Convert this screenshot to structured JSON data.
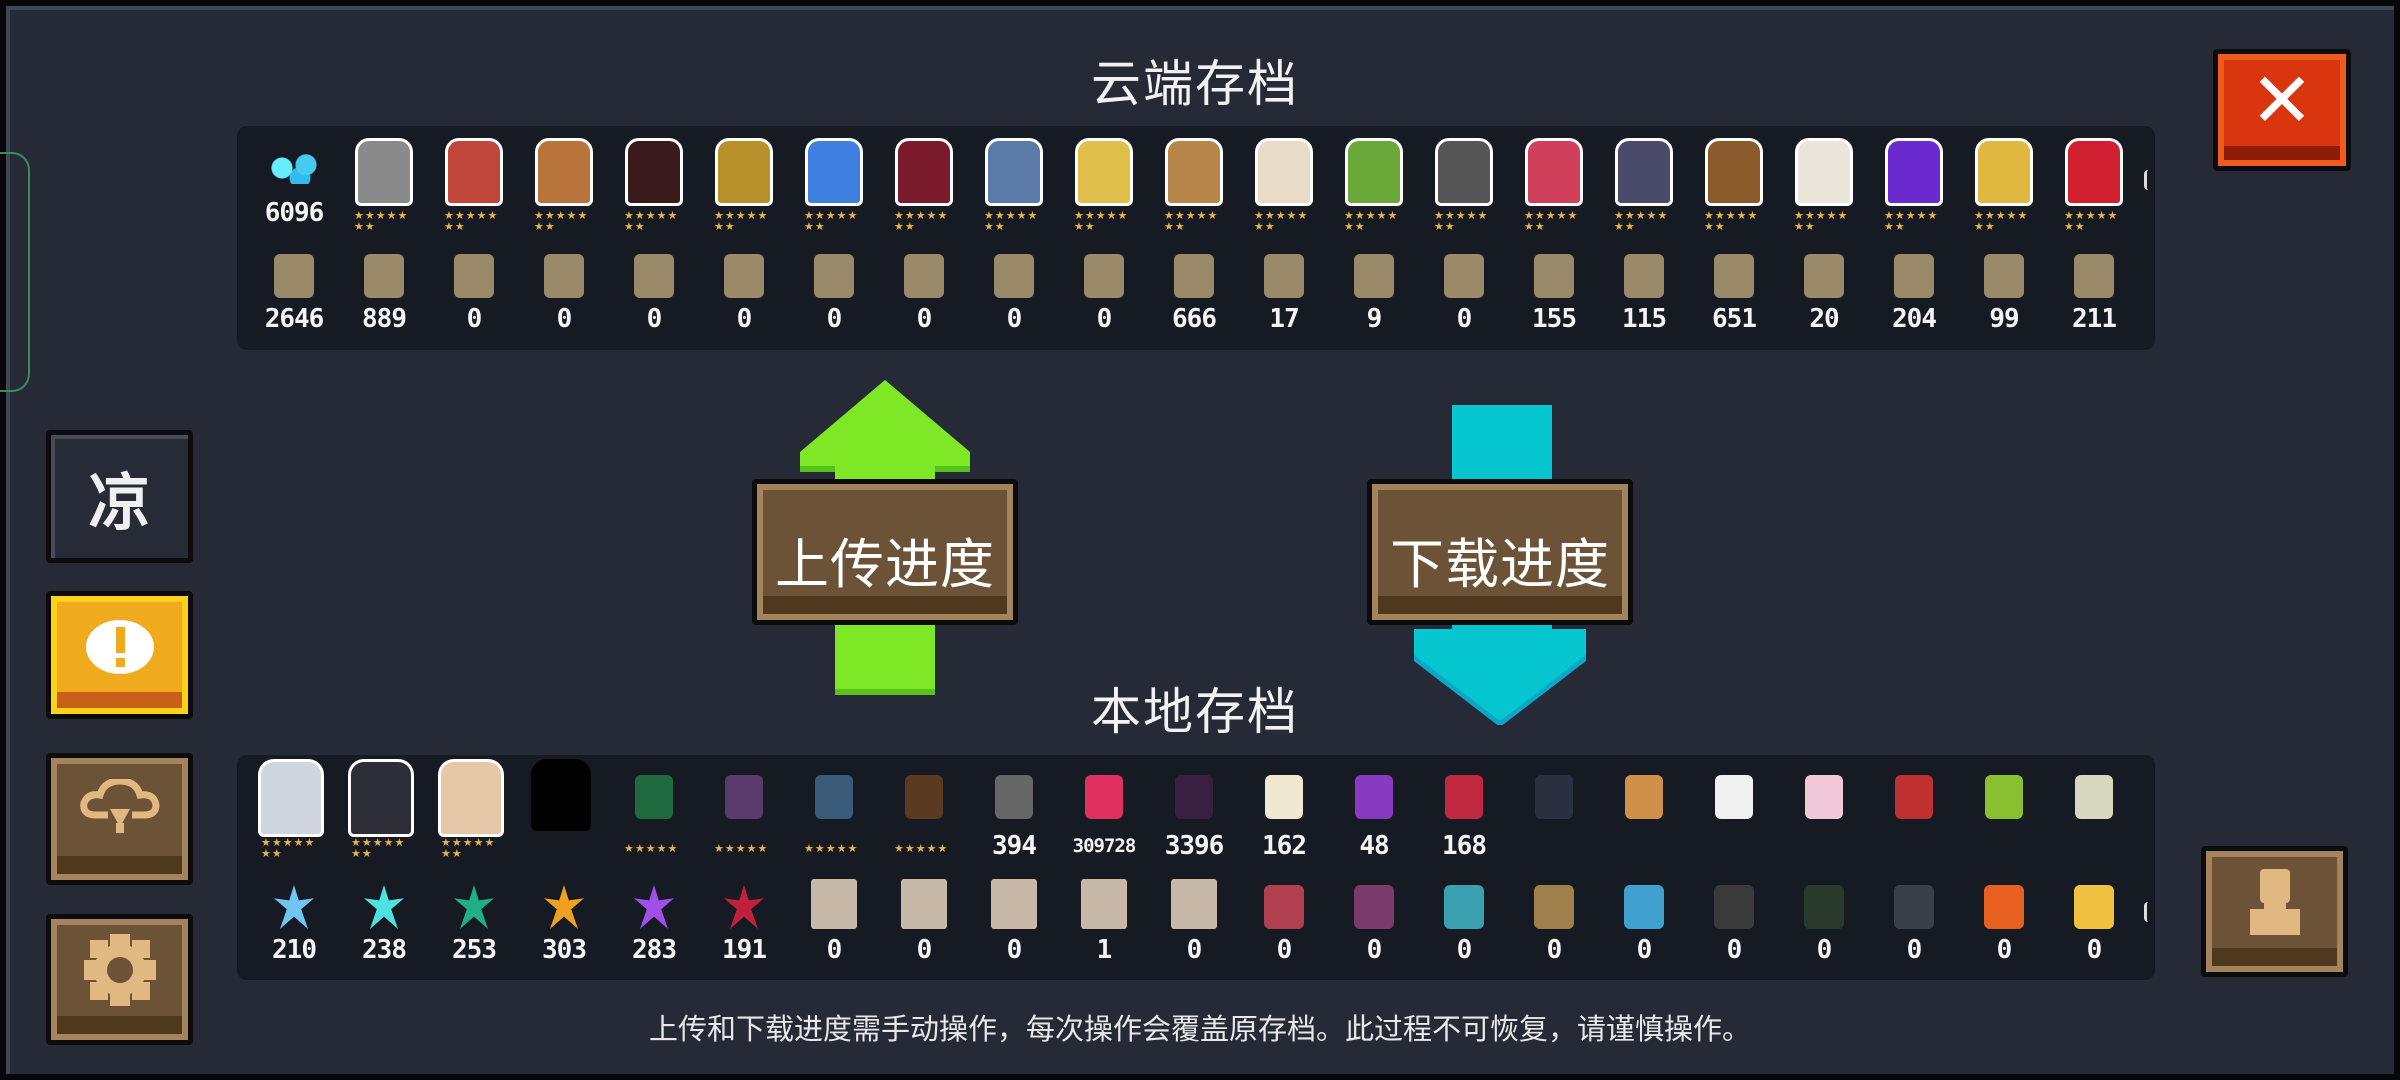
{
  "cloud_save": {
    "title": "云端存档",
    "gems": {
      "icon": "gem-stack-icon",
      "count": "6096"
    },
    "characters": [
      {
        "name": "knight-icon",
        "stars": "7"
      },
      {
        "name": "rogue-icon",
        "stars": "7"
      },
      {
        "name": "witch-icon",
        "stars": "7"
      },
      {
        "name": "assassin-icon",
        "stars": "7"
      },
      {
        "name": "alchemist-icon",
        "stars": "7"
      },
      {
        "name": "engineer-icon",
        "stars": "7"
      },
      {
        "name": "vampire-icon",
        "stars": "7"
      },
      {
        "name": "paladin-icon",
        "stars": "7"
      },
      {
        "name": "elf-icon",
        "stars": "7"
      },
      {
        "name": "werewolf-icon",
        "stars": "7"
      },
      {
        "name": "priest-icon",
        "stars": "7"
      },
      {
        "name": "druid-icon",
        "stars": "7"
      },
      {
        "name": "robot-icon",
        "stars": "7"
      },
      {
        "name": "berserker-icon",
        "stars": "7"
      },
      {
        "name": "necromancer-icon",
        "stars": "7"
      },
      {
        "name": "officer-icon",
        "stars": "7"
      },
      {
        "name": "taoist-icon",
        "stars": "7"
      },
      {
        "name": "demonmancer-icon",
        "stars": "7"
      },
      {
        "name": "airbender-icon",
        "stars": "7"
      },
      {
        "name": "element-envoy-icon",
        "stars": "7"
      }
    ],
    "materials": [
      {
        "icon": "wood-fiber-icon",
        "count": "2646"
      },
      {
        "icon": "battery-icon",
        "count": "889"
      },
      {
        "icon": "holy-book-icon",
        "count": "0"
      },
      {
        "icon": "dark-book-icon",
        "count": "0"
      },
      {
        "icon": "crystal-icon",
        "count": "0"
      },
      {
        "icon": "magic-stones-icon",
        "count": "0"
      },
      {
        "icon": "gold-coin-icon",
        "count": "0"
      },
      {
        "icon": "energy-core-icon",
        "count": "0"
      },
      {
        "icon": "bat-wing-icon",
        "count": "0"
      },
      {
        "icon": "green-scroll-icon",
        "count": "0"
      },
      {
        "icon": "ore-icon",
        "count": "666"
      },
      {
        "icon": "blue-orb-icon",
        "count": "17"
      },
      {
        "icon": "seed-bag-icon",
        "count": "9"
      },
      {
        "icon": "fish-icon",
        "count": "0"
      },
      {
        "icon": "trumpet-icon",
        "count": "155"
      },
      {
        "icon": "fragment-icon",
        "count": "115"
      },
      {
        "icon": "gear-part-icon",
        "count": "651"
      },
      {
        "icon": "parcel-icon",
        "count": "20"
      },
      {
        "icon": "iron-ore-icon",
        "count": "204"
      },
      {
        "icon": "cloth-icon",
        "count": "99"
      },
      {
        "icon": "dark-star-icon",
        "count": "211"
      }
    ]
  },
  "local_save": {
    "title": "本地存档",
    "skins": [
      {
        "name": "white-robot-skin-icon",
        "stars": "7"
      },
      {
        "name": "dark-knight-skin-icon",
        "stars": "7"
      },
      {
        "name": "black-hair-skin-icon",
        "stars": "7"
      },
      {
        "name": "silhouette-skin-icon",
        "stars": ""
      }
    ],
    "items": [
      {
        "name": "green-machine-icon",
        "label": "5stars"
      },
      {
        "name": "book-stack-icon",
        "label": "5stars"
      },
      {
        "name": "bowl-icon",
        "label": "5stars"
      },
      {
        "name": "plant-pot-icon",
        "label": "5stars"
      },
      {
        "name": "gun-icon",
        "label": "394"
      },
      {
        "name": "red-slime-icon",
        "label": "309728"
      },
      {
        "name": "boss-beast-icon",
        "label": "3396"
      },
      {
        "name": "card-icon",
        "label": "162"
      },
      {
        "name": "purple-mask-icon",
        "label": "48"
      },
      {
        "name": "red-mask-icon",
        "label": "168"
      },
      {
        "name": "black-cat-icon",
        "label": ""
      },
      {
        "name": "shiba-icon",
        "label": ""
      },
      {
        "name": "panda-icon",
        "label": ""
      },
      {
        "name": "bunny-icon",
        "label": ""
      },
      {
        "name": "cow-cart-icon",
        "label": ""
      },
      {
        "name": "green-pear-icon",
        "label": ""
      },
      {
        "name": "owl-icon",
        "label": ""
      }
    ],
    "materials": [
      {
        "icon": "blue-leaf-icon",
        "count": "210",
        "color": "#6fc6f0"
      },
      {
        "icon": "cyan-leaf-icon",
        "count": "238",
        "color": "#4fe0e0"
      },
      {
        "icon": "teal-leaf-icon",
        "count": "253",
        "color": "#1fb08a"
      },
      {
        "icon": "orange-leaf-icon",
        "count": "303",
        "color": "#f0a020"
      },
      {
        "icon": "purple-leaf-icon",
        "count": "283",
        "color": "#a050e8"
      },
      {
        "icon": "red-leaf-icon",
        "count": "191",
        "color": "#c0203a"
      },
      {
        "icon": "scroll-icon",
        "count": "0"
      },
      {
        "icon": "scroll-icon",
        "count": "0"
      },
      {
        "icon": "scroll-icon",
        "count": "0"
      },
      {
        "icon": "scroll-icon",
        "count": "1"
      },
      {
        "icon": "scroll-icon",
        "count": "0"
      },
      {
        "icon": "puzzle-red-icon",
        "count": "0"
      },
      {
        "icon": "puzzle-purple-icon",
        "count": "0"
      },
      {
        "icon": "puzzle-cyan-icon",
        "count": "0"
      },
      {
        "icon": "puzzle-gold-icon",
        "count": "0"
      },
      {
        "icon": "feather-icon",
        "count": "0"
      },
      {
        "icon": "puzzle-dark-icon",
        "count": "0"
      },
      {
        "icon": "puzzle-green-icon",
        "count": "0"
      },
      {
        "icon": "paper-icon",
        "count": "0"
      },
      {
        "icon": "carrot-icon",
        "count": "0"
      },
      {
        "icon": "puzzle-yellow-icon",
        "count": "0"
      }
    ]
  },
  "actions": {
    "upload_label": "上传进度",
    "download_label": "下载进度"
  },
  "sidebar": {
    "items": [
      {
        "name": "liang-logo-button",
        "glyph": "凉"
      },
      {
        "name": "notice-button",
        "glyph": "!"
      },
      {
        "name": "cloud-download-button",
        "glyph": ""
      },
      {
        "name": "settings-button",
        "glyph": ""
      }
    ]
  },
  "close_button": {
    "glyph": "✕"
  },
  "footer": {
    "warning": "上传和下载进度需手动操作，每次操作会覆盖原存档。此过程不可恢复，请谨慎操作。"
  },
  "colors": {
    "background": "#252a36",
    "panel": "#161a22",
    "upload_arrow": "#7fe826",
    "download_arrow": "#06c6d0",
    "close_red": "#d9360f",
    "notice_yellow": "#f0aa1e",
    "wood": "#6c5236"
  }
}
